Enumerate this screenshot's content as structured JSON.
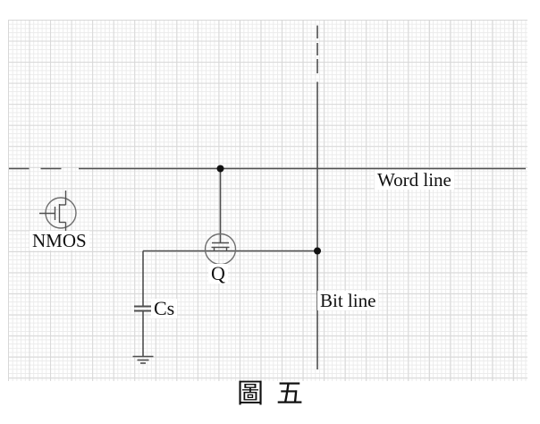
{
  "diagram": {
    "caption": "圖五",
    "labels": {
      "word_line": "Word line",
      "bit_line": "Bit line",
      "nmos_legend": "NMOS",
      "access_transistor": "Q",
      "storage_capacitor": "Cs"
    },
    "colors": {
      "background": "#ffffff",
      "wire": "#4f4f4f",
      "symbol_outline": "#6e6e6e",
      "junction_dot": "#111111",
      "text": "#111111",
      "grid_minor": "#ebebeb",
      "grid_major": "#d8d8d8"
    }
  }
}
